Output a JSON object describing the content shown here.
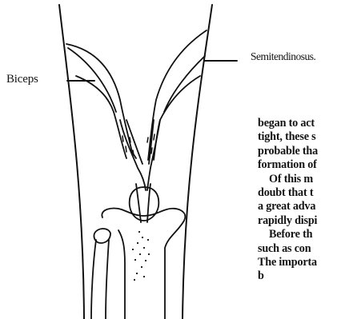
{
  "figure": {
    "labels": {
      "biceps": "Biceps",
      "semitendinosus": "Semitendinosus."
    }
  },
  "text": {
    "lines": [
      "began to act",
      "tight, these s",
      "probable tha",
      "formation of",
      "Of this m",
      "doubt that t",
      "a great adva",
      "rapidly dispi",
      "Before th",
      "such as con",
      "The importa",
      "b"
    ]
  }
}
